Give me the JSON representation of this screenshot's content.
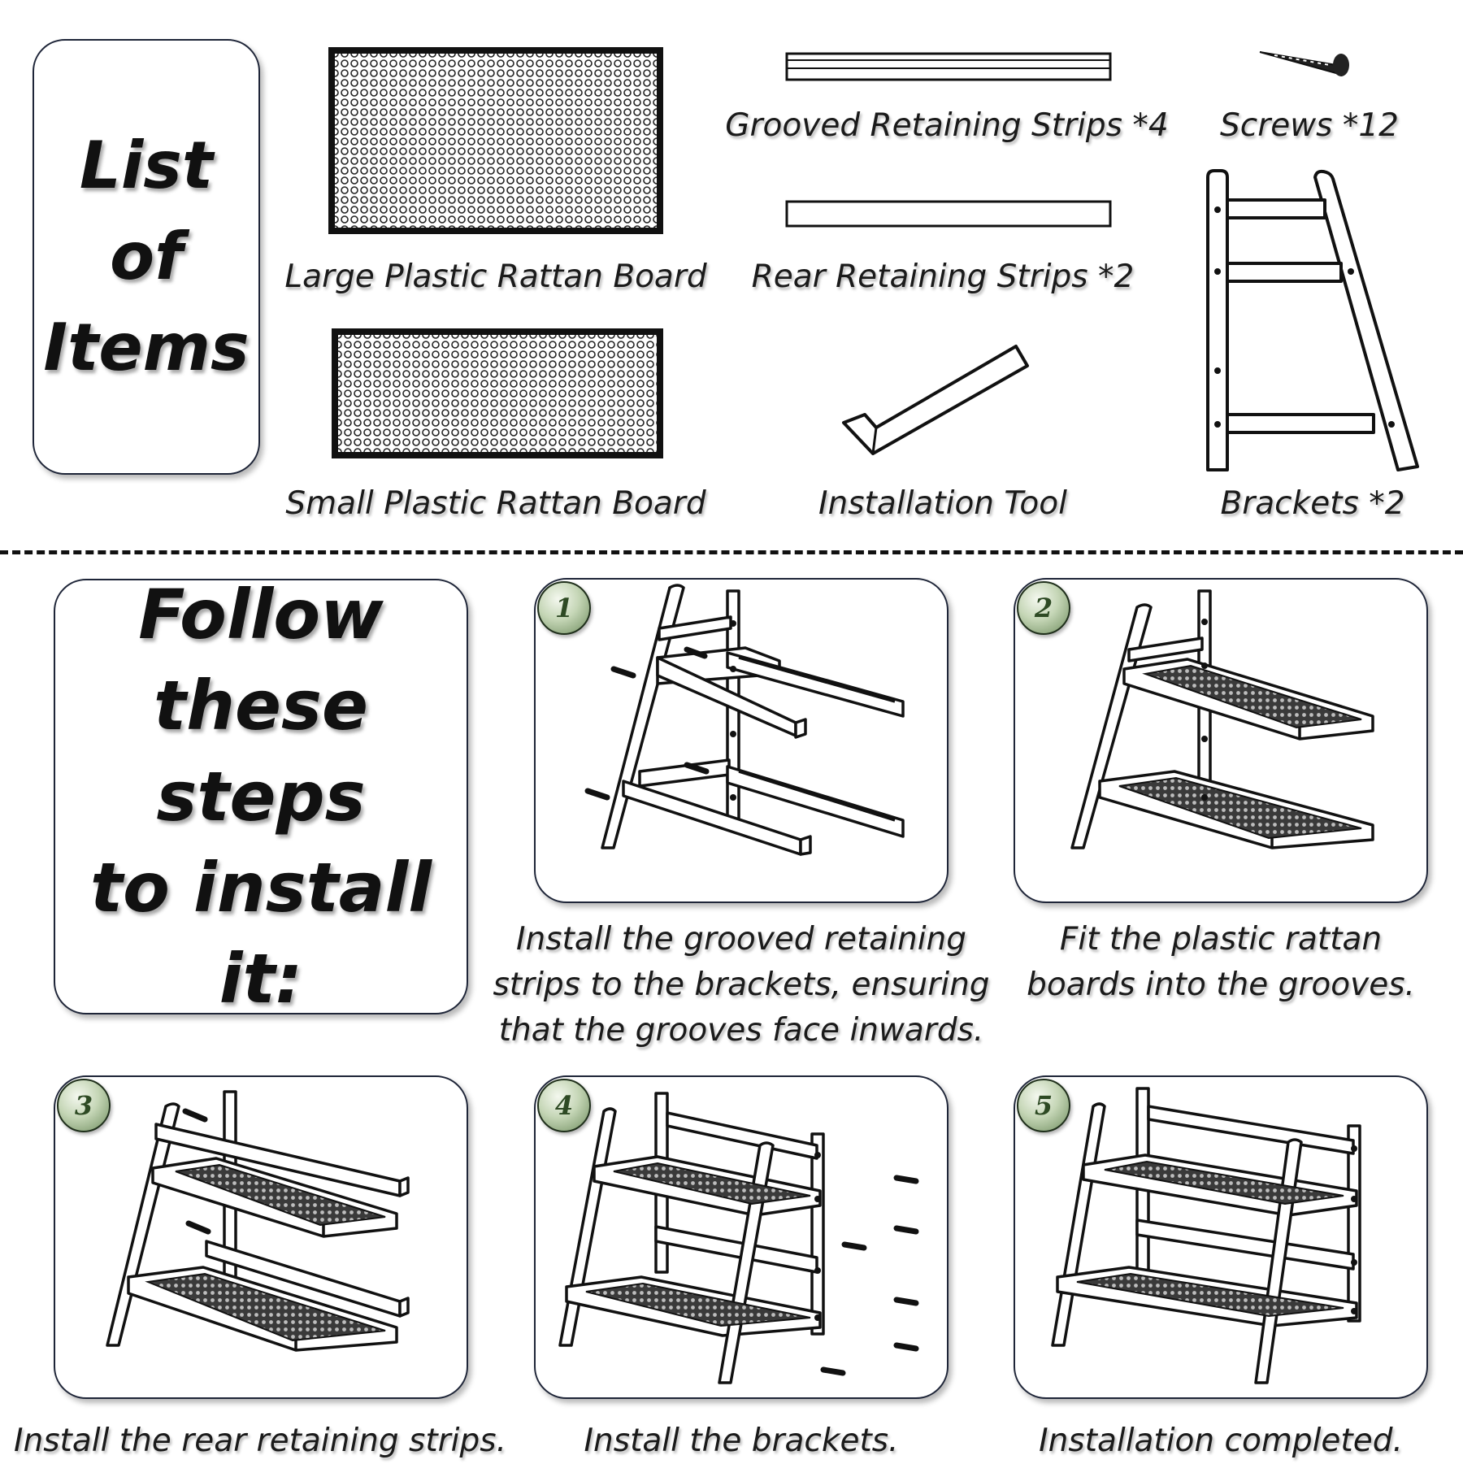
{
  "items_section": {
    "heading_lines": [
      "List",
      "of",
      "Items"
    ],
    "items": [
      {
        "id": "large-board",
        "label": "Large Plastic Rattan Board"
      },
      {
        "id": "small-board",
        "label": "Small Plastic Rattan Board"
      },
      {
        "id": "grooved-strips",
        "label": "Grooved Retaining Strips *4"
      },
      {
        "id": "rear-strips",
        "label": "Rear Retaining Strips *2"
      },
      {
        "id": "installation-tool",
        "label": "Installation Tool"
      },
      {
        "id": "screws",
        "label": "Screws *12"
      },
      {
        "id": "brackets",
        "label": "Brackets *2"
      }
    ]
  },
  "steps_section": {
    "heading_lines": [
      "Follow",
      "these steps",
      "to install it:"
    ],
    "steps": [
      {
        "number": "1",
        "caption_lines": [
          "Install the grooved retaining",
          "strips to the brackets, ensuring",
          "that the grooves face inwards."
        ]
      },
      {
        "number": "2",
        "caption_lines": [
          "Fit the plastic rattan",
          "boards into the grooves."
        ]
      },
      {
        "number": "3",
        "caption_lines": [
          "Install the rear retaining strips."
        ]
      },
      {
        "number": "4",
        "caption_lines": [
          "Install the brackets."
        ]
      },
      {
        "number": "5",
        "caption_lines": [
          "Installation completed."
        ]
      }
    ]
  }
}
